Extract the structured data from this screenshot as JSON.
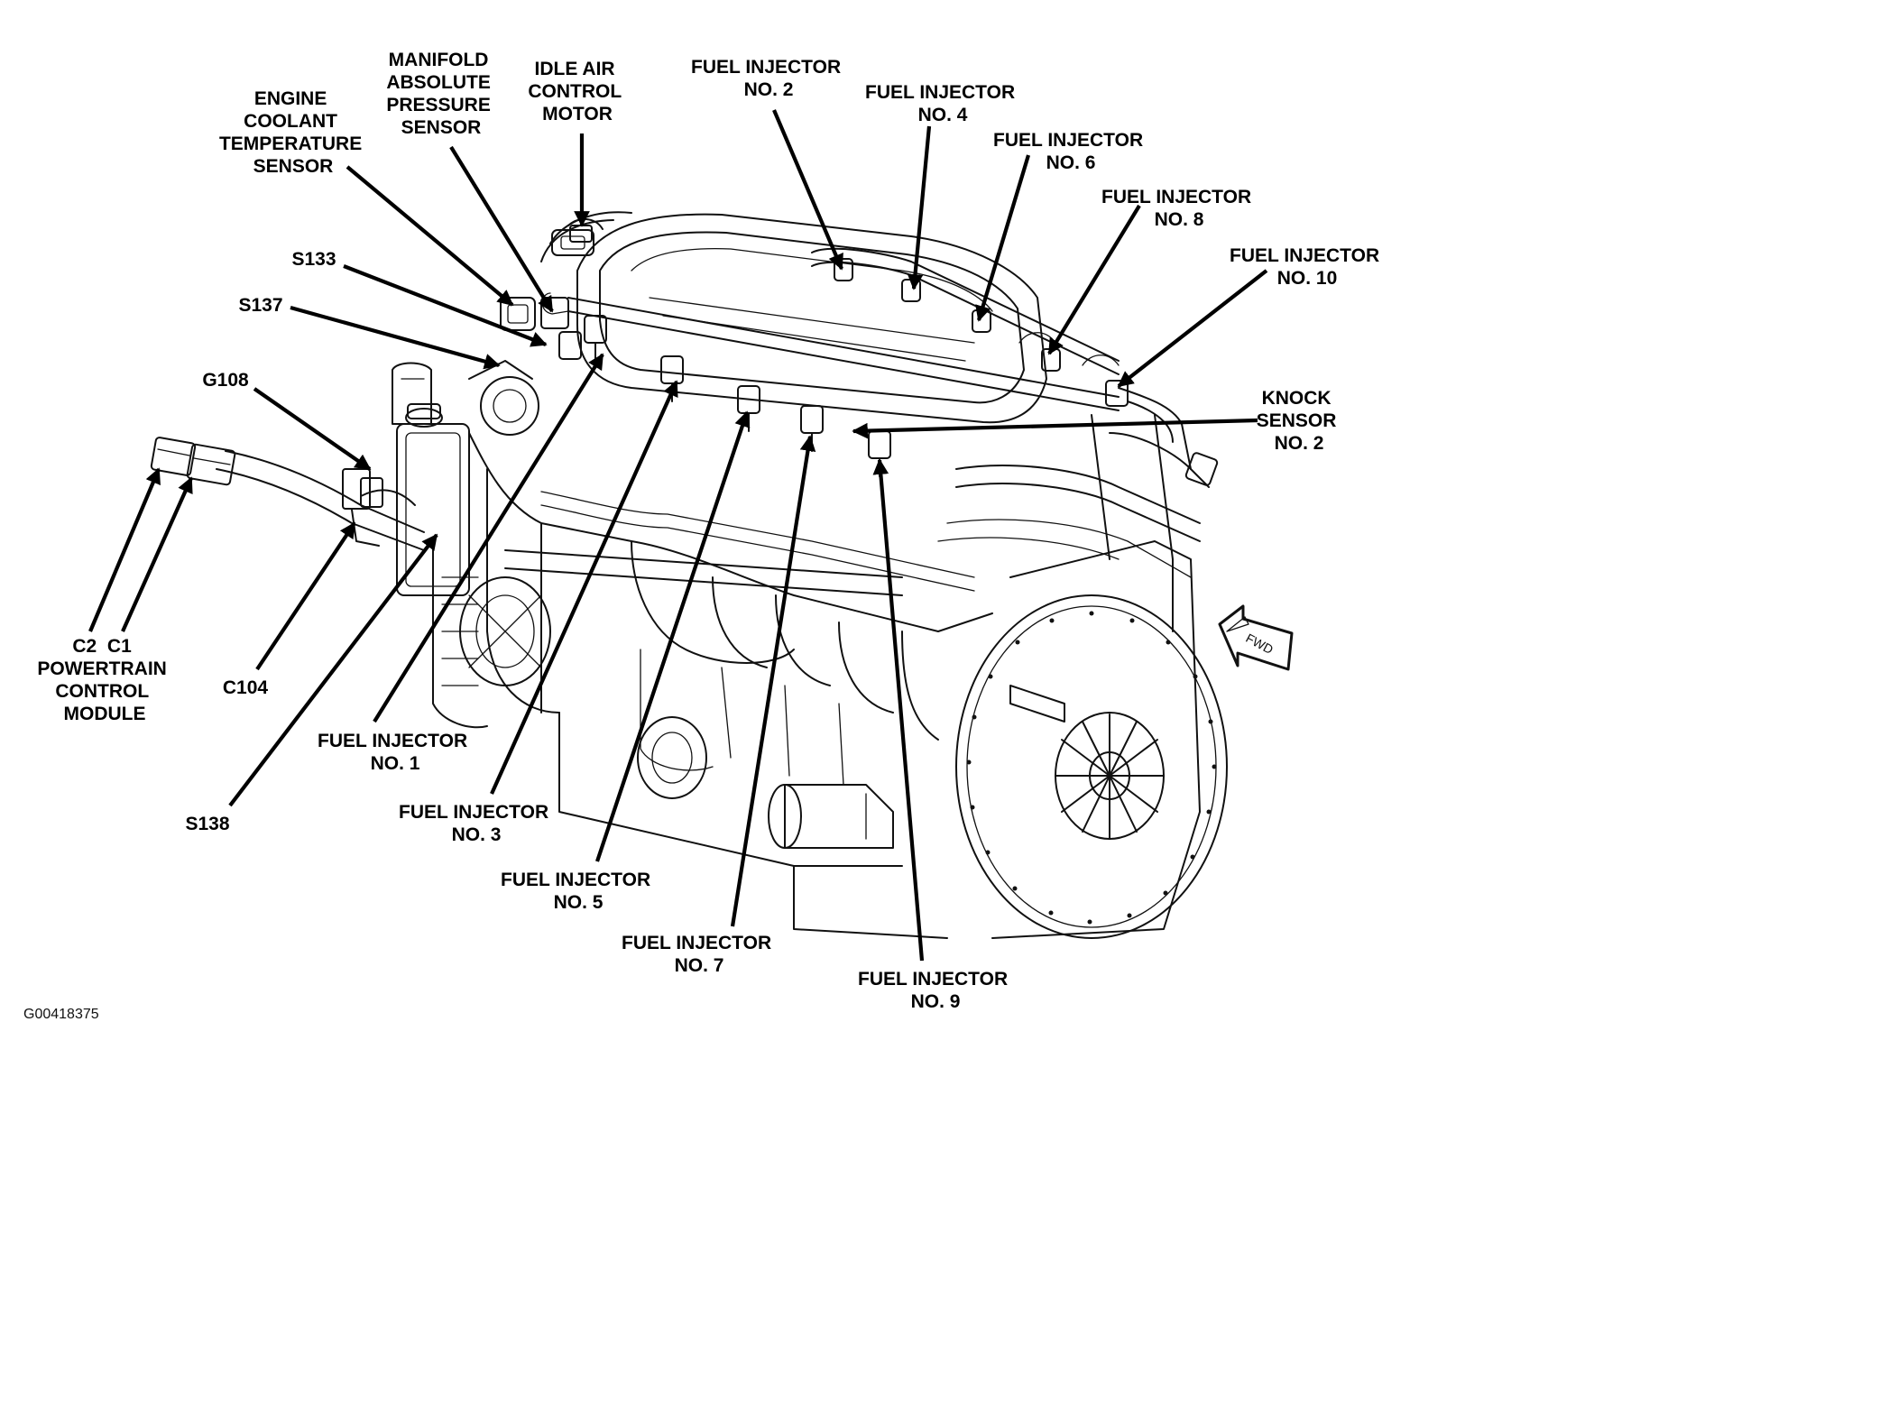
{
  "image_code": "G00418375",
  "fwd_label": "FWD",
  "labels": {
    "engine_coolant_temperature_sensor": [
      "ENGINE",
      "COOLANT",
      "TEMPERATURE",
      "SENSOR"
    ],
    "manifold_absolute_pressure_sensor": [
      "MANIFOLD",
      "ABSOLUTE",
      "PRESSURE",
      "SENSOR"
    ],
    "idle_air_control_motor": [
      "IDLE AIR",
      "CONTROL",
      "MOTOR"
    ],
    "fuel_injector_2": [
      "FUEL INJECTOR",
      "NO. 2"
    ],
    "fuel_injector_4": [
      "FUEL INJECTOR",
      "NO. 4"
    ],
    "fuel_injector_6": [
      "FUEL INJECTOR",
      "NO. 6"
    ],
    "fuel_injector_8": [
      "FUEL INJECTOR",
      "NO. 8"
    ],
    "fuel_injector_10": [
      "FUEL INJECTOR",
      "NO. 10"
    ],
    "knock_sensor_2": [
      "KNOCK",
      "SENSOR",
      "NO. 2"
    ],
    "s133": [
      "S133"
    ],
    "s137": [
      "S137"
    ],
    "g108": [
      "G108"
    ],
    "powertrain_control_module": [
      "C2  C1",
      "POWERTRAIN",
      "CONTROL",
      "MODULE"
    ],
    "c104": [
      "C104"
    ],
    "s138": [
      "S138"
    ],
    "fuel_injector_1": [
      "FUEL INJECTOR",
      "NO. 1"
    ],
    "fuel_injector_3": [
      "FUEL INJECTOR",
      "NO. 3"
    ],
    "fuel_injector_5": [
      "FUEL INJECTOR",
      "NO. 5"
    ],
    "fuel_injector_7": [
      "FUEL INJECTOR",
      "NO. 7"
    ],
    "fuel_injector_9": [
      "FUEL INJECTOR",
      "NO. 9"
    ]
  }
}
